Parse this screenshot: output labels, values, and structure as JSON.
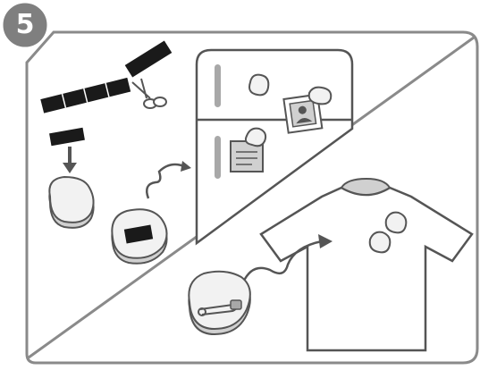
{
  "step": {
    "number": "5"
  },
  "colors": {
    "frame": "#8a8a8a",
    "badge": "#7f7f7f",
    "outline": "#555555",
    "magnet_strip": "#1a1a1a",
    "fill_light": "#f2f2f2",
    "fill_mid": "#d0d0d0",
    "fill_dark": "#a8a8a8",
    "background": "#ffffff"
  },
  "panels": [
    {
      "name": "refrigerator-scene",
      "items": [
        "magnet-strip-roll",
        "scissors-icon",
        "magnet-piece",
        "down-arrow-icon",
        "clay-pin-blank",
        "clay-pin-with-magnet",
        "curved-arrow-icon",
        "refrigerator"
      ]
    },
    {
      "name": "tshirt-scene",
      "items": [
        "clay-pin-with-safety-pin",
        "curved-arrow-icon",
        "t-shirt"
      ]
    }
  ]
}
